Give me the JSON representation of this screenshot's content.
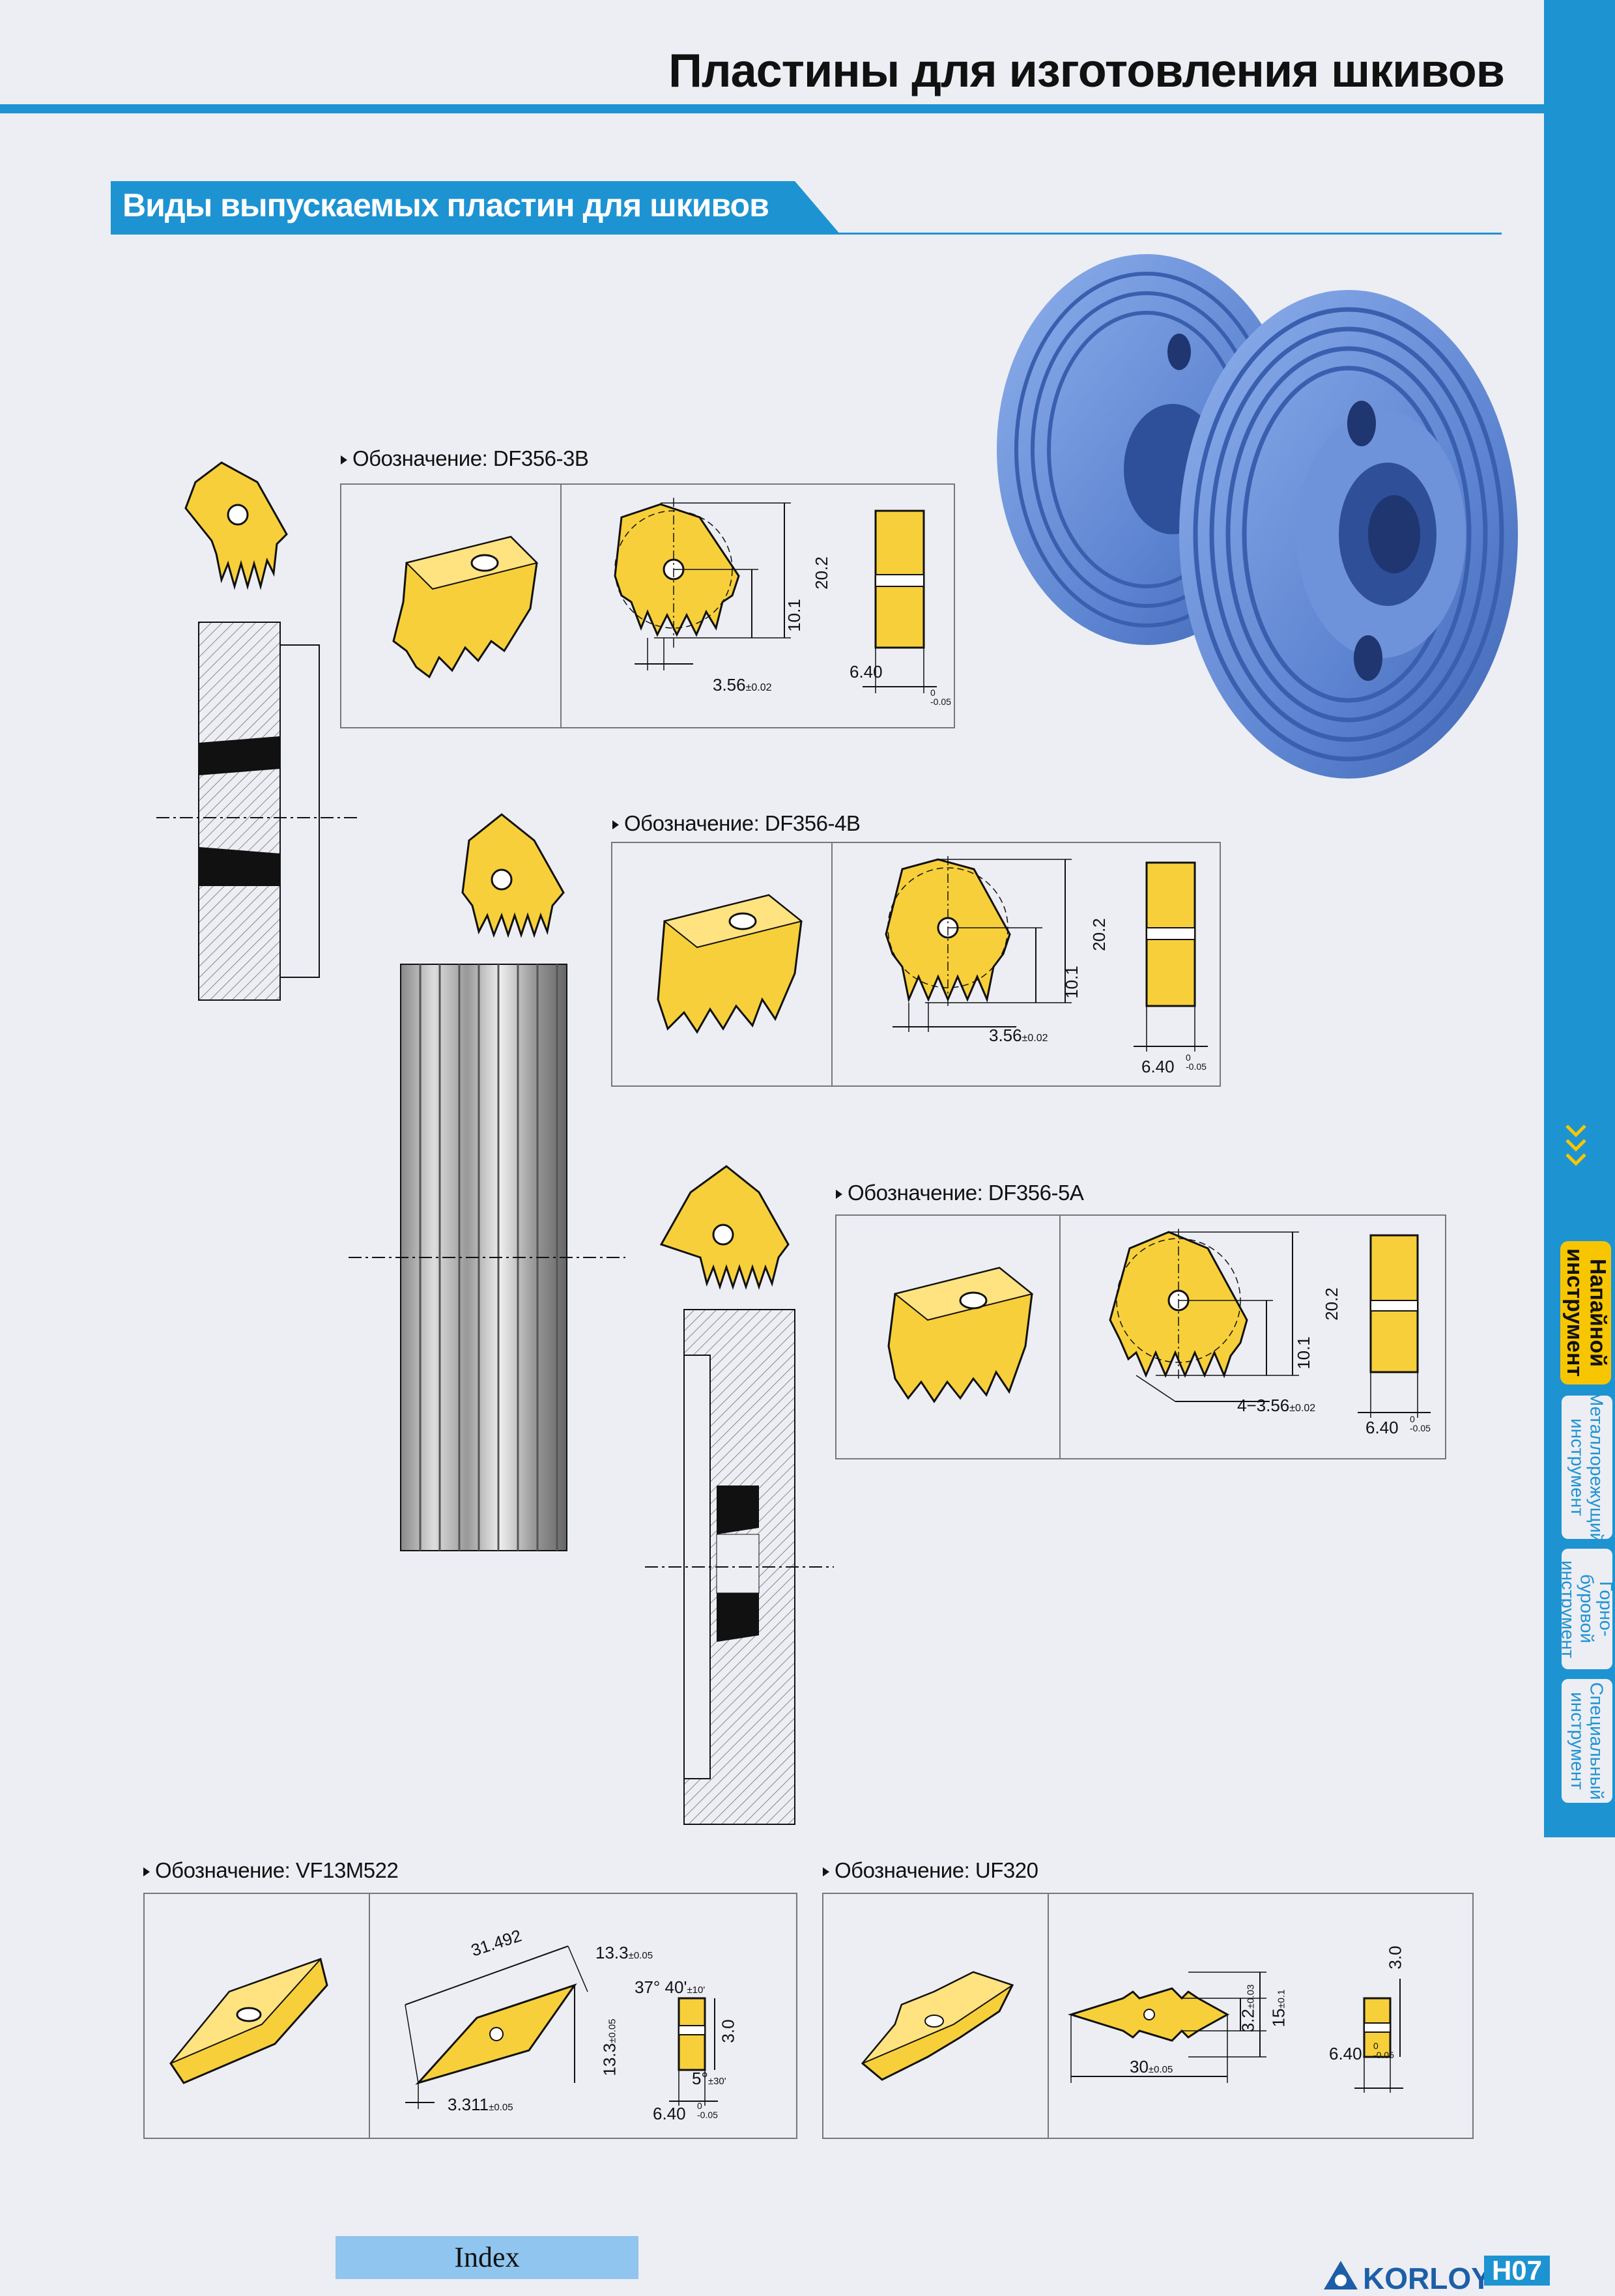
{
  "page_title": "Пластины для изготовления шкивов",
  "section_title": "Виды выпускаемых пластин для шкивов",
  "inserts": [
    {
      "label": "Обозначение: DF356-3B",
      "dims": {
        "h1": "20.2",
        "h2": "10.1",
        "pitch": "3.56",
        "pitch_tol": "±0.02",
        "thk": "6.40",
        "thk_tol_top": "0",
        "thk_tol_bot": "-0.05"
      }
    },
    {
      "label": "Обозначение: DF356-4B",
      "dims": {
        "h1": "20.2",
        "h2": "10.1",
        "pitch": "3.56",
        "pitch_tol": "±0.02",
        "thk": "6.40",
        "thk_tol_top": "0",
        "thk_tol_bot": "-0.05"
      }
    },
    {
      "label": "Обозначение: DF356-5A",
      "dims": {
        "h1": "20.2",
        "h2": "10.1",
        "pitch": "4−3.56",
        "pitch_tol": "±0.02",
        "thk": "6.40",
        "thk_tol_top": "0",
        "thk_tol_bot": "-0.05"
      }
    },
    {
      "label": "Обозначение: VF13M522",
      "dims": {
        "len": "31.492",
        "w": "13.3",
        "w_tol": "±0.05",
        "ang": "37° 40'",
        "ang_tol": "±10'",
        "h": "13.3",
        "h_tol": "±0.05",
        "off": "3.311",
        "off_tol": "±0.05",
        "thk": "6.40",
        "thk_tol_top": "0",
        "thk_tol_bot": "-0.05",
        "t": "3.0",
        "ang2": "5°",
        "ang2_tol": "±30'"
      }
    },
    {
      "label": "Обозначение: UF320",
      "dims": {
        "len": "30",
        "len_tol": "±0.05",
        "h": "3.2",
        "h_tol": "±0.03",
        "h2": "15",
        "h2_tol": "±0.1",
        "t": "3.0",
        "thk": "6.40",
        "thk_tol_top": "0",
        "thk_tol_bot": "-0.05"
      }
    }
  ],
  "side_tabs": [
    {
      "label": "Напайной инструмент",
      "active": true
    },
    {
      "label": "Металлорежущий инструмент",
      "active": false
    },
    {
      "label": "Горно-буровой инструмент",
      "active": false
    },
    {
      "label": "Специальный инструмент",
      "active": false
    }
  ],
  "footer": {
    "index_label": "Index",
    "brand": "KORLOY",
    "page_number": "H07"
  },
  "colors": {
    "accent": "#1e93d2",
    "insert": "#f7cf3a",
    "tab_active": "#f7c600",
    "pulley": "#6a8fd6"
  }
}
